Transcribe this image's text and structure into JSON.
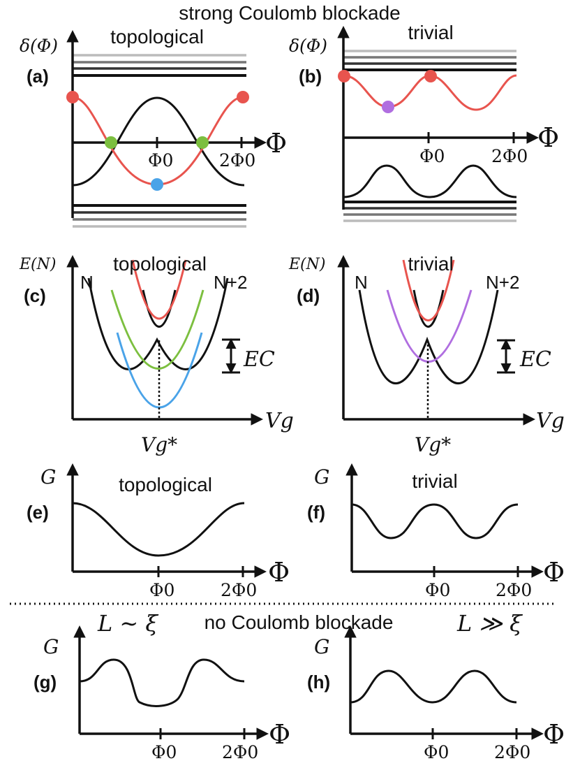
{
  "figure": {
    "top_title": "strong Coulomb blockade",
    "middle_title": "no Coulomb blockade",
    "regime_left": "L ∼ ξ",
    "regime_right": "L ≫ ξ"
  },
  "panels": {
    "a": {
      "label": "(a)",
      "title": "topological",
      "ylabel": "δ(Φ)",
      "xlabel": "Φ",
      "ticks": [
        "Φ0",
        "2Φ0"
      ]
    },
    "b": {
      "label": "(b)",
      "title": "trivial",
      "ylabel": "δ(Φ)",
      "xlabel": "Φ",
      "ticks": [
        "Φ0",
        "2Φ0"
      ]
    },
    "c": {
      "label": "(c)",
      "title": "topological",
      "ylabel": "E(N)",
      "xlabel": "Vg",
      "xtick": "Vg*",
      "curve_left": "N",
      "curve_right": "N+2",
      "gap": "EC"
    },
    "d": {
      "label": "(d)",
      "title": "trivial",
      "ylabel": "E(N)",
      "xlabel": "Vg",
      "xtick": "Vg*",
      "curve_left": "N",
      "curve_right": "N+2",
      "gap": "EC"
    },
    "e": {
      "label": "(e)",
      "title": "topological",
      "ylabel": "G",
      "xlabel": "Φ",
      "ticks": [
        "Φ0",
        "2Φ0"
      ]
    },
    "f": {
      "label": "(f)",
      "title": "trivial",
      "ylabel": "G",
      "xlabel": "Φ",
      "ticks": [
        "Φ0",
        "2Φ0"
      ]
    },
    "g": {
      "label": "(g)",
      "ylabel": "G",
      "xlabel": "Φ",
      "ticks": [
        "Φ0",
        "2Φ0"
      ]
    },
    "h": {
      "label": "(h)",
      "ylabel": "G",
      "xlabel": "Φ",
      "ticks": [
        "Φ0",
        "2Φ0"
      ]
    }
  },
  "colors": {
    "red": "#e8544e",
    "green": "#7cbf3f",
    "blue": "#4aa3e8",
    "purple": "#b06ee0",
    "band_dark": "#111111",
    "band_mid": "#777777",
    "band_light": "#bbbbbb"
  }
}
